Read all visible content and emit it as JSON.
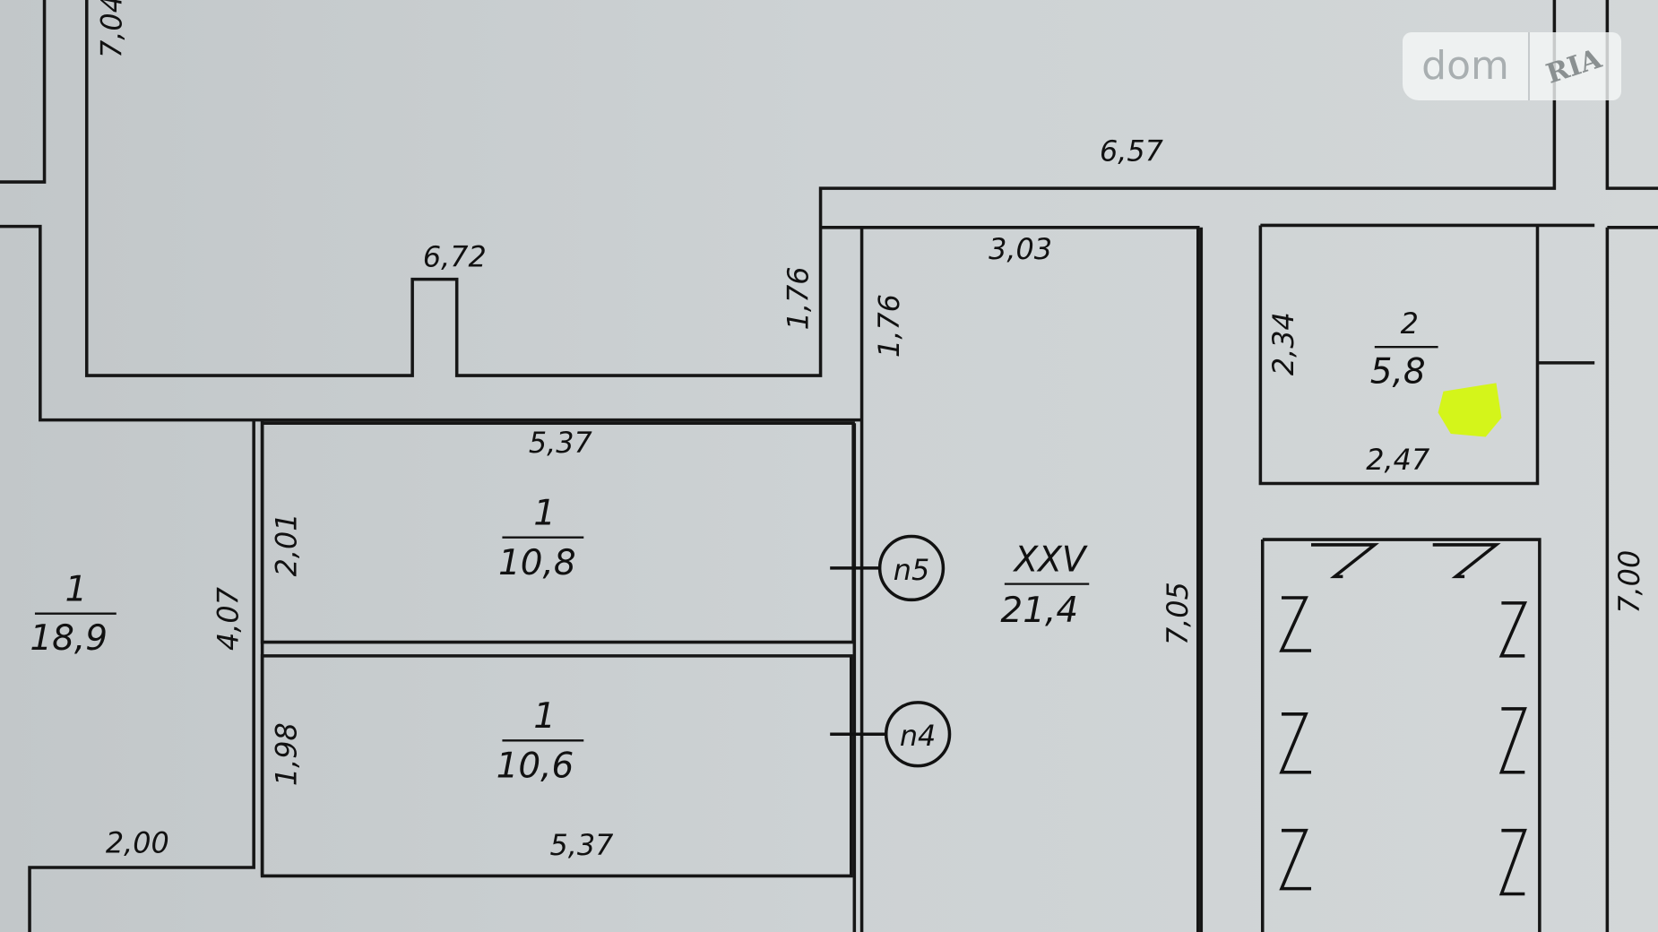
{
  "watermark": {
    "brand": "dom",
    "sub": "RIA"
  },
  "dimensions": {
    "d704": "7,04",
    "d657": "6,57",
    "d672": "6,72",
    "d303": "3,03",
    "d176a": "1,76",
    "d176b": "1,76",
    "d234": "2,34",
    "d247": "2,47",
    "d537top": "5,37",
    "d201": "2,01",
    "d407": "4,07",
    "d198": "1,98",
    "d537bot": "5,37",
    "d200": "2,00",
    "d705": "7,05",
    "d700": "7,00"
  },
  "rooms": [
    {
      "number": "1",
      "area": "18,9"
    },
    {
      "number": "1",
      "area": "10,8"
    },
    {
      "number": "1",
      "area": "10,6"
    },
    {
      "number": "XXV",
      "area": "21,4"
    },
    {
      "number": "2",
      "area": "5,8"
    }
  ],
  "markers": {
    "n5": "n5",
    "n4": "n4"
  },
  "colors": {
    "paper": "#c9ced0",
    "highlight": "#d4f51a"
  }
}
